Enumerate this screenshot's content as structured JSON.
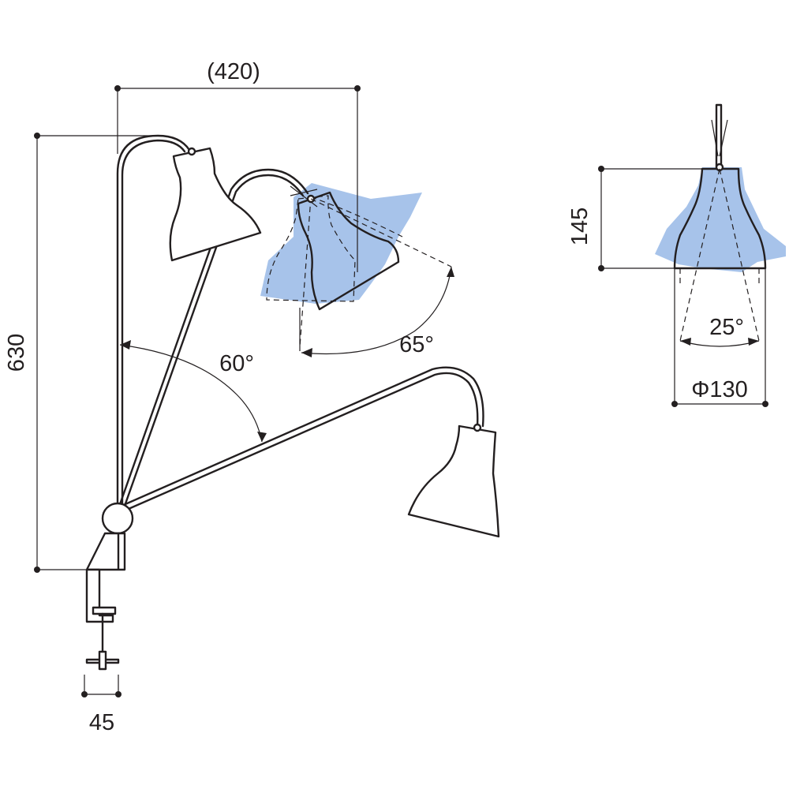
{
  "diagram": {
    "dimensions": {
      "width_top": "(420)",
      "height_total": "630",
      "clamp_width": "45",
      "shade_height": "145",
      "shade_diameter": "Φ130"
    },
    "angles": {
      "arm_swing": "60°",
      "shade_tilt": "65°",
      "beam_angle": "25°"
    },
    "colors": {
      "line": "#231f20",
      "light": "#9dbde8"
    }
  }
}
